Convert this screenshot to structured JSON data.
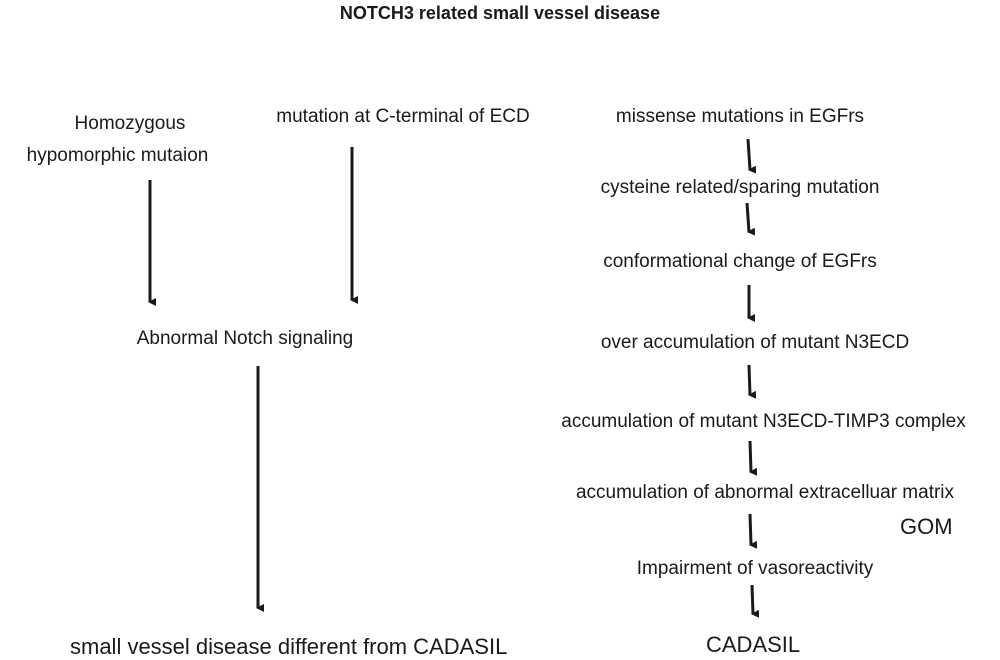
{
  "title": "NOTCH3 related small vessel disease",
  "left": {
    "homozygous_line1": "Homozygous",
    "homozygous_line2": "hypomorphic mutaion",
    "cterminal": "mutation at C-terminal of ECD",
    "abnormal_signaling": "Abnormal Notch signaling",
    "outcome": "small vessel disease different from CADASIL"
  },
  "right": {
    "steps": [
      "missense mutations in EGFrs",
      "cysteine related/sparing mutation",
      "conformational change of EGFrs",
      "over accumulation of mutant N3ECD",
      "accumulation of mutant N3ECD-TIMP3 complex",
      "accumulation of abnormal extracelluar matrix",
      "Impairment of vasoreactivity"
    ],
    "gom_label": "GOM",
    "outcome": "CADASIL"
  }
}
